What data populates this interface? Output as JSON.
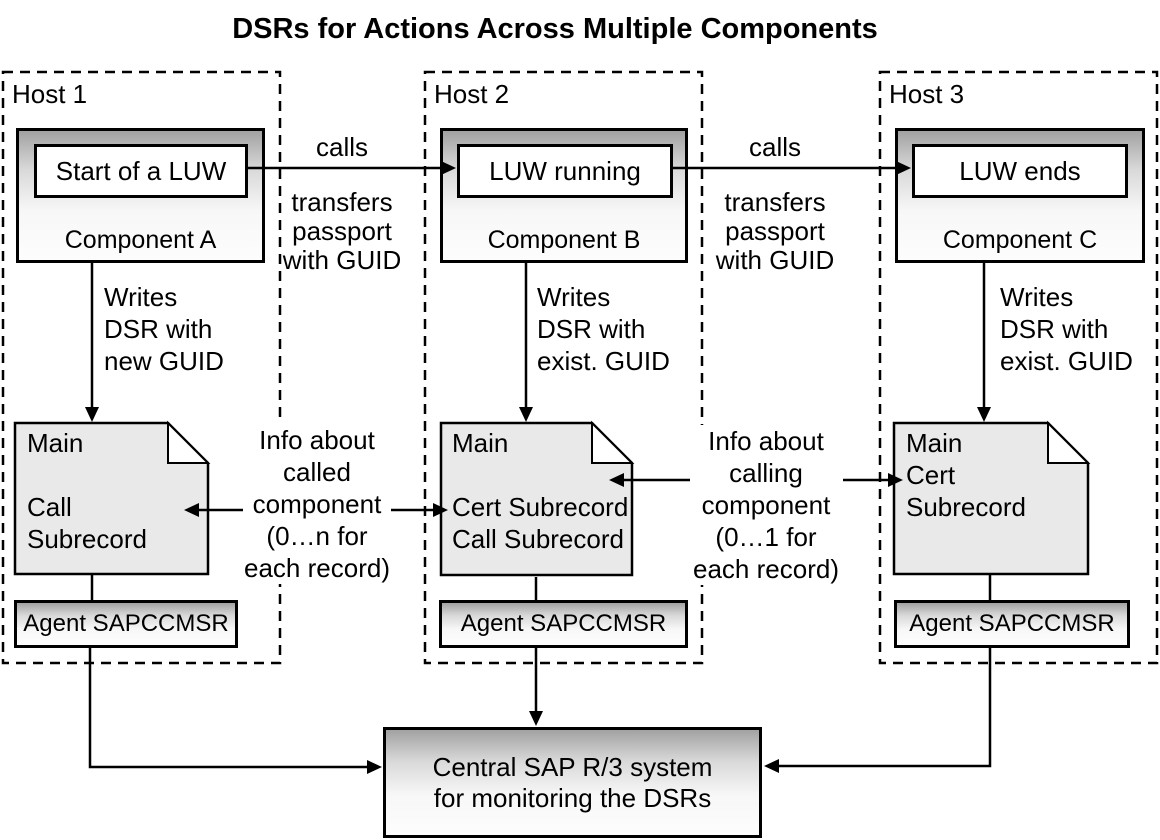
{
  "title": "DSRs for Actions Across Multiple Components",
  "hosts": [
    {
      "label": "Host 1",
      "component": {
        "state": "Start of a LUW",
        "name": "Component A"
      },
      "writes_label": "Writes\nDSR with\nnew GUID",
      "document": {
        "lines": "Main\n\nCall\nSubrecord"
      },
      "agent": "Agent SAPCCMSR"
    },
    {
      "label": "Host 2",
      "component": {
        "state": "LUW running",
        "name": "Component B"
      },
      "writes_label": "Writes\nDSR with\nexist. GUID",
      "document": {
        "lines": "Main\n\nCert Subrecord\nCall Subrecord"
      },
      "agent": "Agent SAPCCMSR"
    },
    {
      "label": "Host 3",
      "component": {
        "state": "LUW ends",
        "name": "Component C"
      },
      "writes_label": "Writes\nDSR with\nexist. GUID",
      "document": {
        "lines": "Main\nCert\nSubrecord"
      },
      "agent": "Agent SAPCCMSR"
    }
  ],
  "links": {
    "calls_1": "calls",
    "transfers_1": "transfers\npassport\nwith GUID",
    "calls_2": "calls",
    "transfers_2": "transfers\npassport\nwith GUID",
    "info_called": "Info about\ncalled\ncomponent\n(0…n for\neach record)",
    "info_calling": "Info about\ncalling\ncomponent\n(0…1 for\neach record)"
  },
  "central": {
    "label": "Central SAP R/3 system\nfor monitoring the DSRs"
  },
  "colors": {
    "line": "#000000",
    "doc_fill": "#e9e9e9",
    "fold_fill": "#ffffff",
    "box_gradient_top": "#a2a2a2",
    "box_gradient_bottom": "#fdfdfd",
    "background": "#ffffff"
  }
}
